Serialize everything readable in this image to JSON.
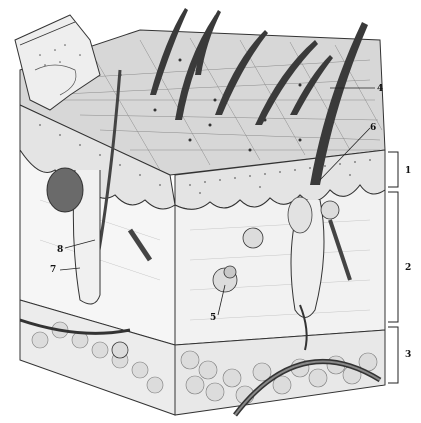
{
  "figure": {
    "subject": "skin-cross-section",
    "callouts": [
      {
        "id": "c1",
        "text": "1"
      },
      {
        "id": "c2",
        "text": "2"
      },
      {
        "id": "c3",
        "text": "3"
      },
      {
        "id": "c4",
        "text": "4"
      },
      {
        "id": "c5",
        "text": "5"
      },
      {
        "id": "c6",
        "text": "6"
      },
      {
        "id": "c7",
        "text": "7"
      },
      {
        "id": "c8",
        "text": "8"
      }
    ],
    "colors": {
      "ink": "#222222",
      "epidermis": "#e4e4e4",
      "dermis": "#f2f2f2",
      "fat": "#dadada"
    }
  }
}
